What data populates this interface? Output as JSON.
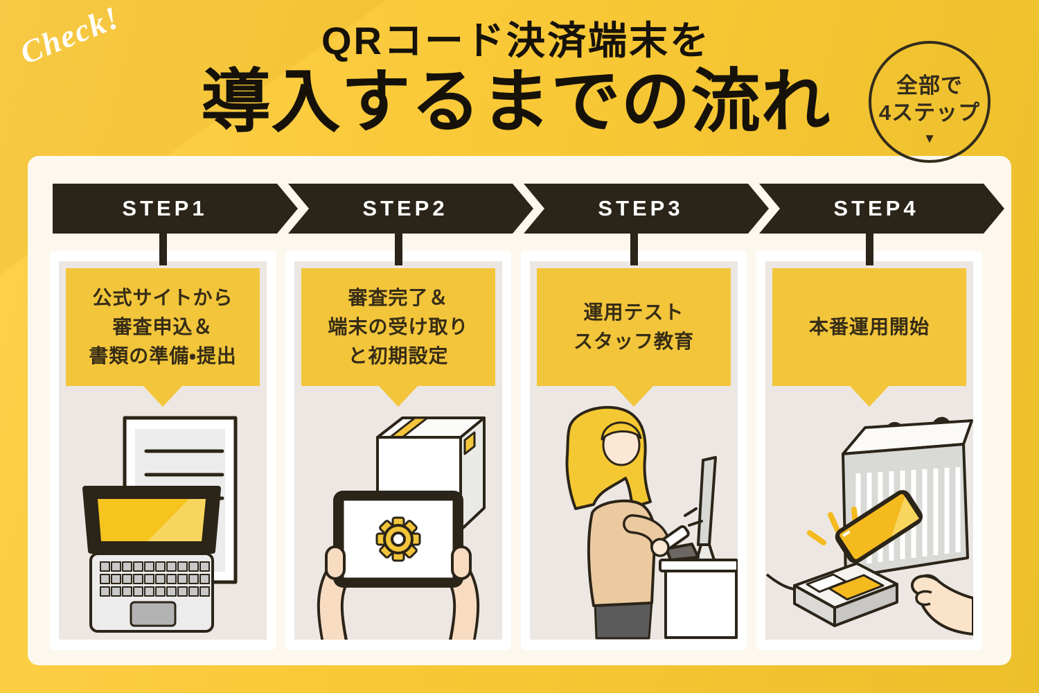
{
  "decor": {
    "check_label": "Check!"
  },
  "header": {
    "title_line1": "QRコード決済端末を",
    "title_line2": "導入するまでの流れ",
    "badge": {
      "line1": "全部で",
      "line2": "4ステップ",
      "arrow": "▼"
    }
  },
  "steps": [
    {
      "banner": "STEP1",
      "bubble_lines": [
        "公式サイトから",
        "審査申込＆",
        "書類の準備・提出"
      ],
      "illustration": "documents-and-laptop"
    },
    {
      "banner": "STEP2",
      "bubble_lines": [
        "審査完了＆",
        "端末の受け取り",
        "と初期設定"
      ],
      "illustration": "hands-holding-tablet-with-gear-and-delivery-box"
    },
    {
      "banner": "STEP3",
      "bubble_lines": [
        "運用テスト",
        "スタッフ教育"
      ],
      "illustration": "staff-testing-phone-at-register"
    },
    {
      "banner": "STEP4",
      "bubble_lines": [
        "本番運用開始"
      ],
      "illustration": "customer-paying-with-smartphone-terminal-and-shopping-bag"
    }
  ],
  "icons": {
    "down_arrow": "▼",
    "gear": "gear-icon"
  },
  "colors": {
    "background_start": "#fdd14c",
    "background_end": "#ecbf2b",
    "banner_dark": "#2b2418",
    "bubble_yellow": "#f2c53b",
    "container_cream": "#fdf8ee",
    "panel_grey": "#ece7e2",
    "card_white": "#ffffff",
    "text_dark": "#362c16",
    "title_black": "#16120a",
    "badge_outline": "#332c1c",
    "accent_yellow": "#f4ba1e",
    "skin": "#f8dcc2"
  }
}
